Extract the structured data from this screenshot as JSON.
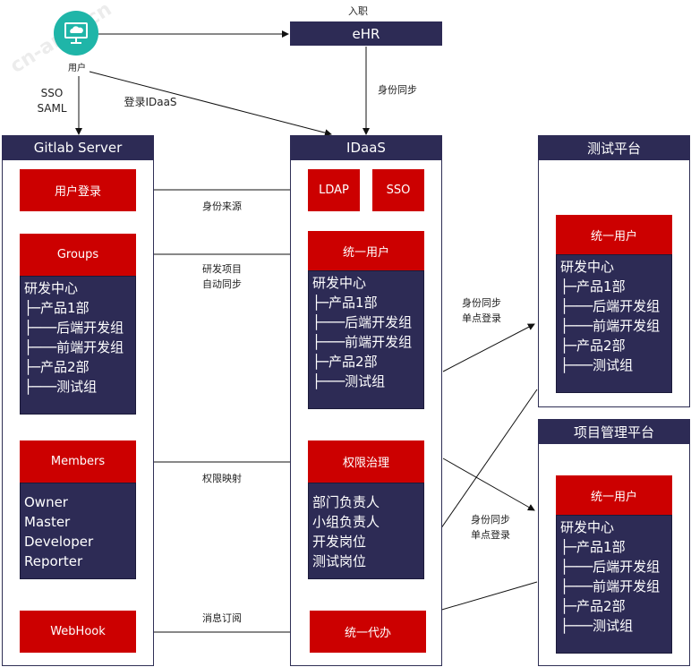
{
  "user": {
    "icon": "cloud-monitor-icon",
    "label": "用户"
  },
  "ehr": {
    "title": "eHR",
    "top_label": "入职"
  },
  "edge_labels": {
    "sso_saml": "SSO\nSAML",
    "login_idaas": "登录IDaaS",
    "identity_sync": "身份同步",
    "identity_source": "身份来源",
    "project_auto_sync": "研发项目\n自动同步",
    "permission_mapping": "权限映射",
    "message_subscribe": "消息订阅",
    "sso_sync_test": "身份同步\n单点登录",
    "sso_sync_pm": "身份同步\n单点登录"
  },
  "gitlab": {
    "title": "Gitlab Server",
    "user_login": "用户登录",
    "groups": "Groups",
    "groups_tree": "研发中心\n├─产品1部\n├───后端开发组\n├───前端开发组\n├─产品2部\n├───测试组",
    "members": "Members",
    "members_list": "Owner\nMaster\nDeveloper\nReporter",
    "webhook": "WebHook"
  },
  "idaas": {
    "title": "IDaaS",
    "ldap": "LDAP",
    "sso": "SSO",
    "unified_user": "统一用户",
    "user_tree": "研发中心\n├─产品1部\n├───后端开发组\n├───前端开发组\n├─产品2部\n├───测试组",
    "permission": "权限治理",
    "permission_list": "部门负责人\n小组负责人\n开发岗位\n测试岗位",
    "todo": "统一代办"
  },
  "test_platform": {
    "title": "测试平台",
    "unified_user": "统一用户",
    "user_tree": "研发中心\n├─产品1部\n├───后端开发组\n├───前端开发组\n├─产品2部\n├───测试组"
  },
  "pm_platform": {
    "title": "项目管理平台",
    "unified_user": "统一用户",
    "user_tree": "研发中心\n├─产品1部\n├───后端开发组\n├───前端开发组\n├─产品2部\n├───测试组"
  },
  "colors": {
    "navy": "#2d2b55",
    "red": "#cc0000",
    "teal": "#1fb5a8"
  }
}
